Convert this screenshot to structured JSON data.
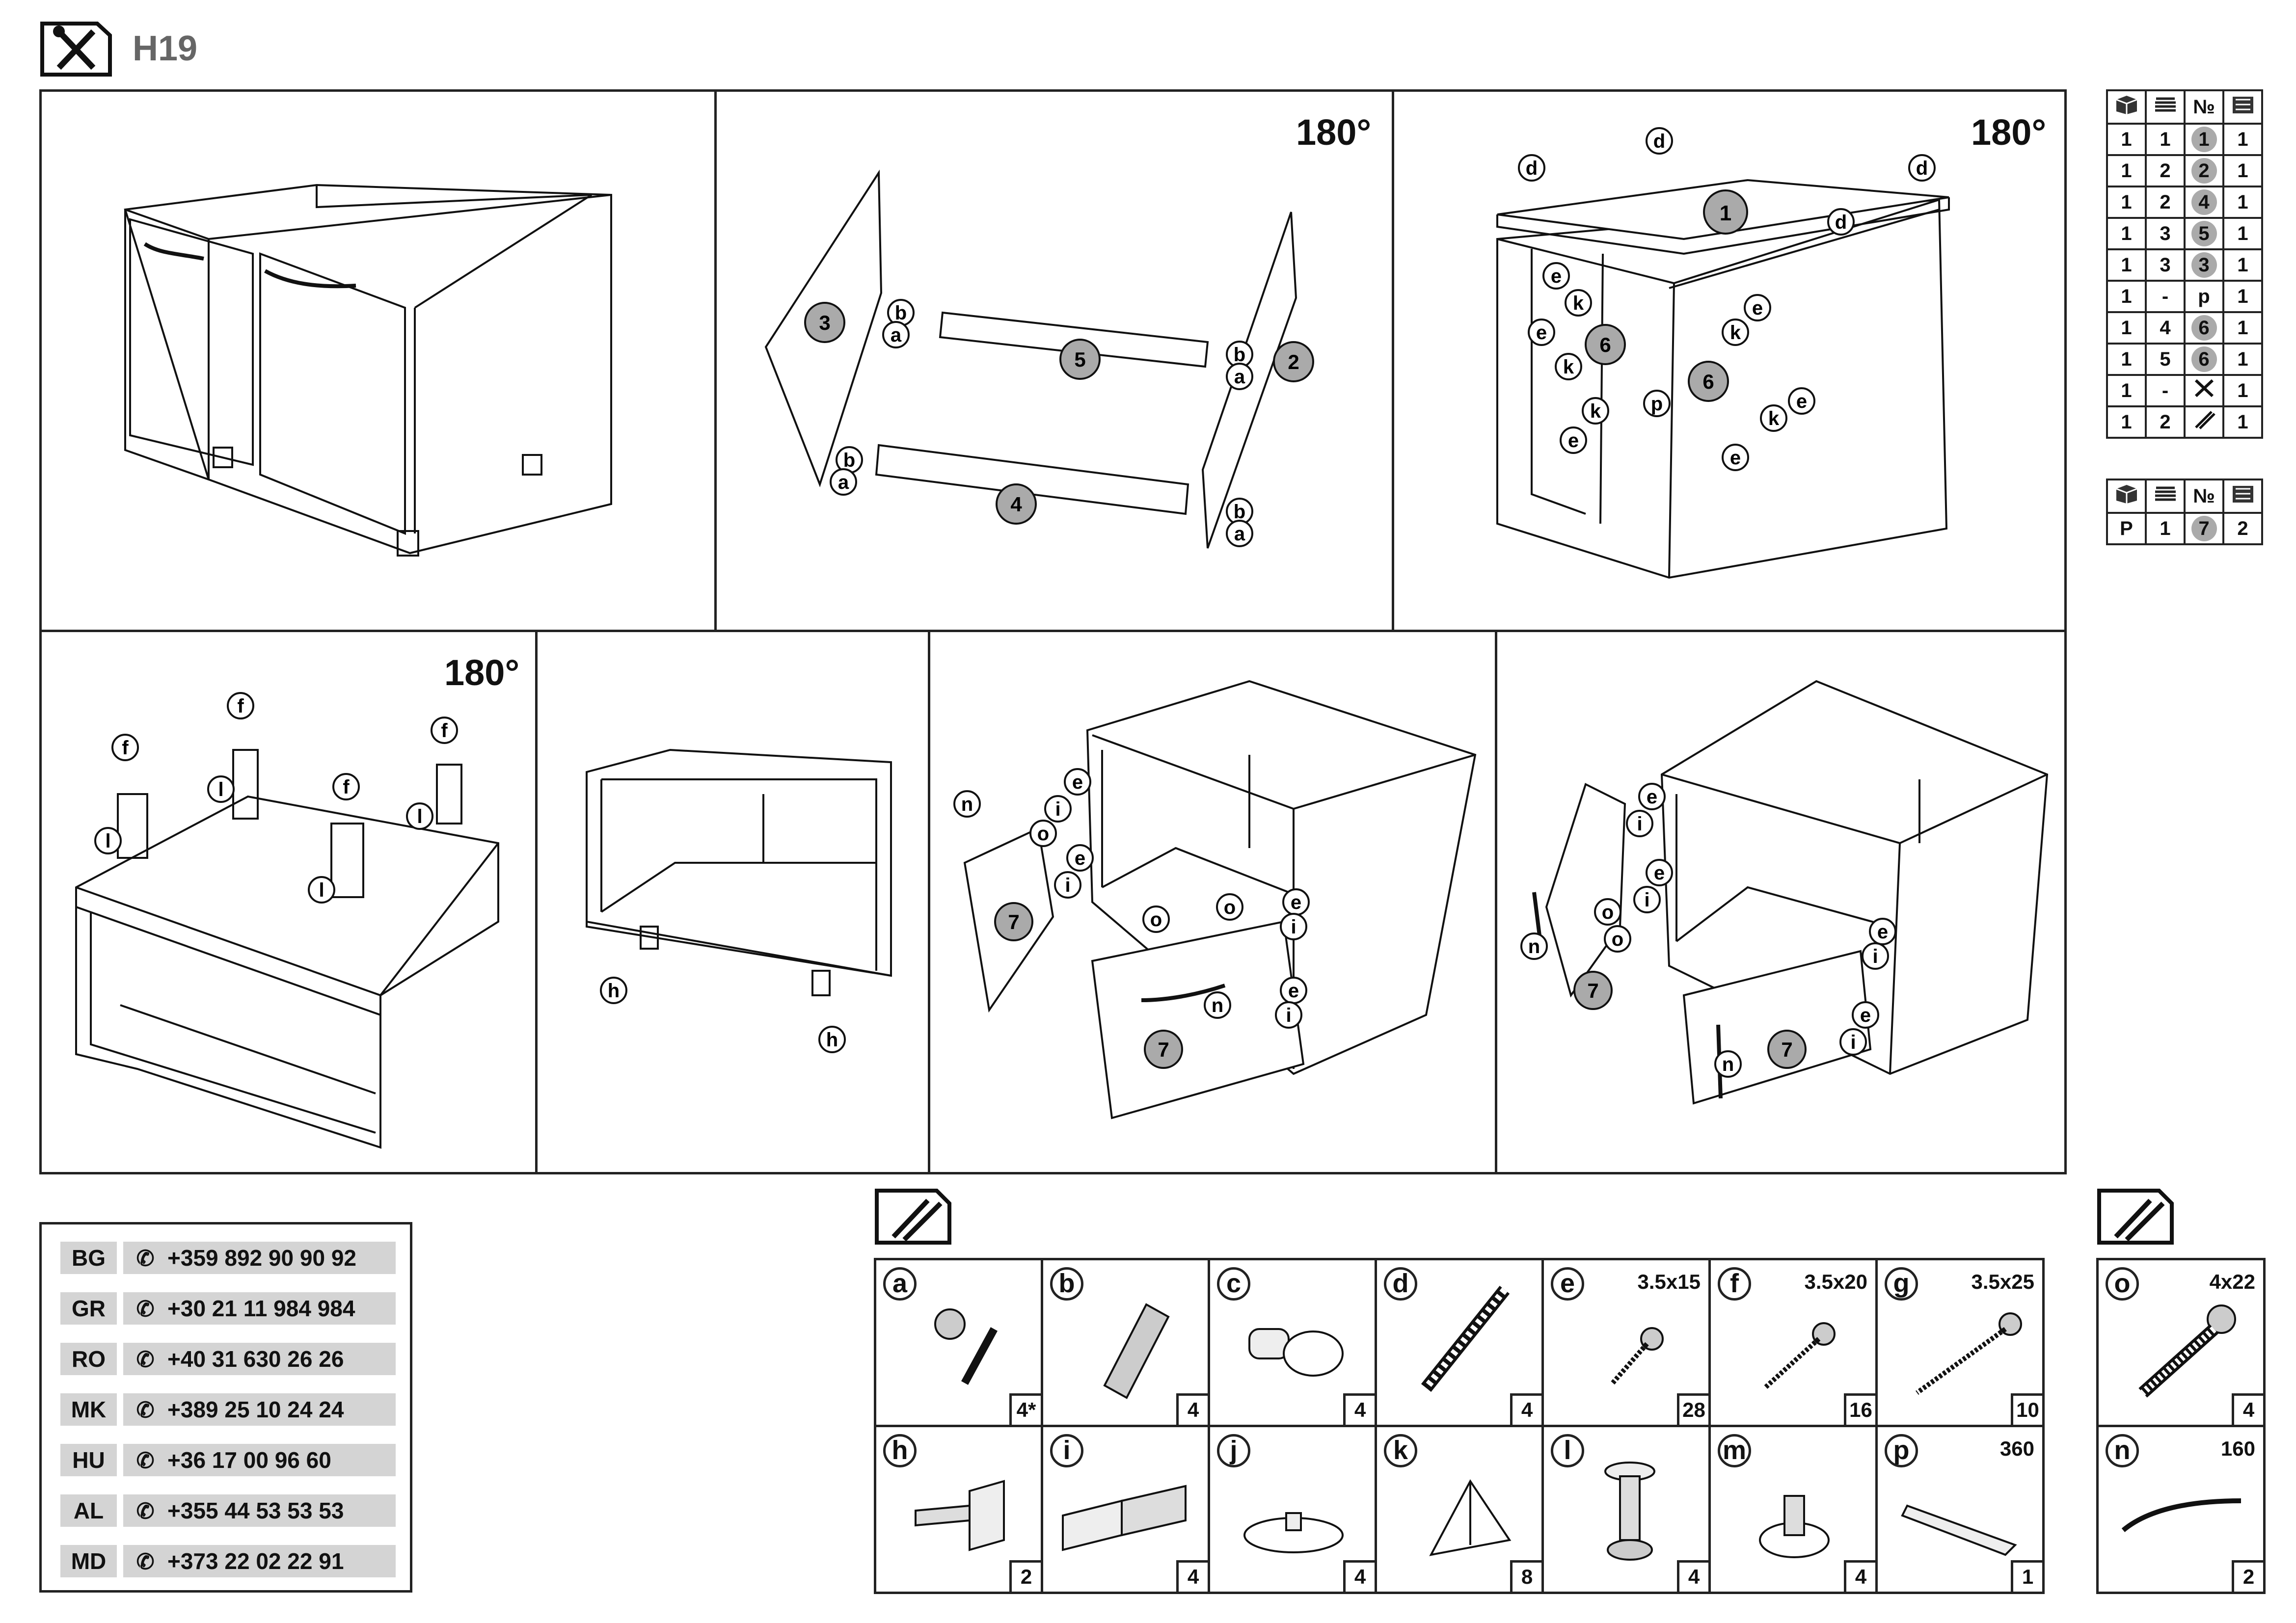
{
  "header": {
    "title": "H19"
  },
  "rotation_label": "180°",
  "steps": [
    {
      "callouts": []
    },
    {
      "parts": [
        "3",
        "5",
        "2",
        "4"
      ],
      "hardware": [
        "b",
        "a",
        "b",
        "a",
        "b",
        "a",
        "b",
        "a"
      ]
    },
    {
      "parts": [
        "1",
        "6",
        "6"
      ],
      "hardware": [
        "d",
        "d",
        "d",
        "d",
        "e",
        "k",
        "e",
        "k",
        "k",
        "e",
        "p",
        "e",
        "k",
        "k",
        "e",
        "e"
      ]
    },
    {
      "hardware": [
        "f",
        "f",
        "f",
        "f",
        "l",
        "l",
        "l",
        "l"
      ]
    },
    {
      "hardware": [
        "h",
        "h"
      ]
    },
    {
      "parts": [
        "7",
        "7"
      ],
      "hardware": [
        "n",
        "i",
        "o",
        "e",
        "e",
        "i",
        "o",
        "o",
        "e",
        "i",
        "n",
        "e",
        "i"
      ]
    },
    {
      "parts": [
        "7",
        "7"
      ],
      "hardware": [
        "e",
        "i",
        "e",
        "i",
        "o",
        "o",
        "n",
        "e",
        "i",
        "n",
        "e",
        "i"
      ]
    }
  ],
  "parts_table": {
    "rows": [
      [
        "1",
        "1",
        "1",
        "1"
      ],
      [
        "1",
        "2",
        "2",
        "1"
      ],
      [
        "1",
        "2",
        "4",
        "1"
      ],
      [
        "1",
        "3",
        "5",
        "1"
      ],
      [
        "1",
        "3",
        "3",
        "1"
      ],
      [
        "1",
        "-",
        "p",
        "1"
      ],
      [
        "1",
        "4",
        "6",
        "1"
      ],
      [
        "1",
        "5",
        "6",
        "1"
      ],
      [
        "1",
        "-",
        "tools-icon",
        "1"
      ],
      [
        "1",
        "2",
        "hardware-icon",
        "1"
      ]
    ],
    "extra_header_no": "№",
    "extra_rows": [
      [
        "P",
        "1",
        "7",
        "2"
      ]
    ]
  },
  "contacts": [
    {
      "country": "BG",
      "phone": "+359 892 90 90 92"
    },
    {
      "country": "GR",
      "phone": "+30 21 11 984 984"
    },
    {
      "country": "RO",
      "phone": "+40 31 630 26 26"
    },
    {
      "country": "MK",
      "phone": "+389 25 10 24 24"
    },
    {
      "country": "HU",
      "phone": "+36 17 00 96 60"
    },
    {
      "country": "AL",
      "phone": "+355 44 53 53 53"
    },
    {
      "country": "MD",
      "phone": "+373 22 02 22 91"
    }
  ],
  "hardware": {
    "row1": [
      {
        "letter": "a",
        "size": "",
        "qty": "4*"
      },
      {
        "letter": "b",
        "size": "",
        "qty": "4"
      },
      {
        "letter": "c",
        "size": "",
        "qty": "4"
      },
      {
        "letter": "d",
        "size": "",
        "qty": "4"
      },
      {
        "letter": "e",
        "size": "3.5x15",
        "qty": "28"
      },
      {
        "letter": "f",
        "size": "3.5x20",
        "qty": "16"
      },
      {
        "letter": "g",
        "size": "3.5x25",
        "qty": "10"
      }
    ],
    "row2": [
      {
        "letter": "h",
        "size": "",
        "qty": "2"
      },
      {
        "letter": "i",
        "size": "",
        "qty": "4"
      },
      {
        "letter": "j",
        "size": "",
        "qty": "4"
      },
      {
        "letter": "k",
        "size": "",
        "qty": "8"
      },
      {
        "letter": "l",
        "size": "",
        "qty": "4"
      },
      {
        "letter": "m",
        "size": "",
        "qty": "4"
      },
      {
        "letter": "p",
        "size": "360",
        "qty": "1"
      }
    ],
    "extra": [
      {
        "letter": "o",
        "size": "4x22",
        "qty": "4"
      },
      {
        "letter": "n",
        "size": "160",
        "qty": "2"
      }
    ]
  }
}
